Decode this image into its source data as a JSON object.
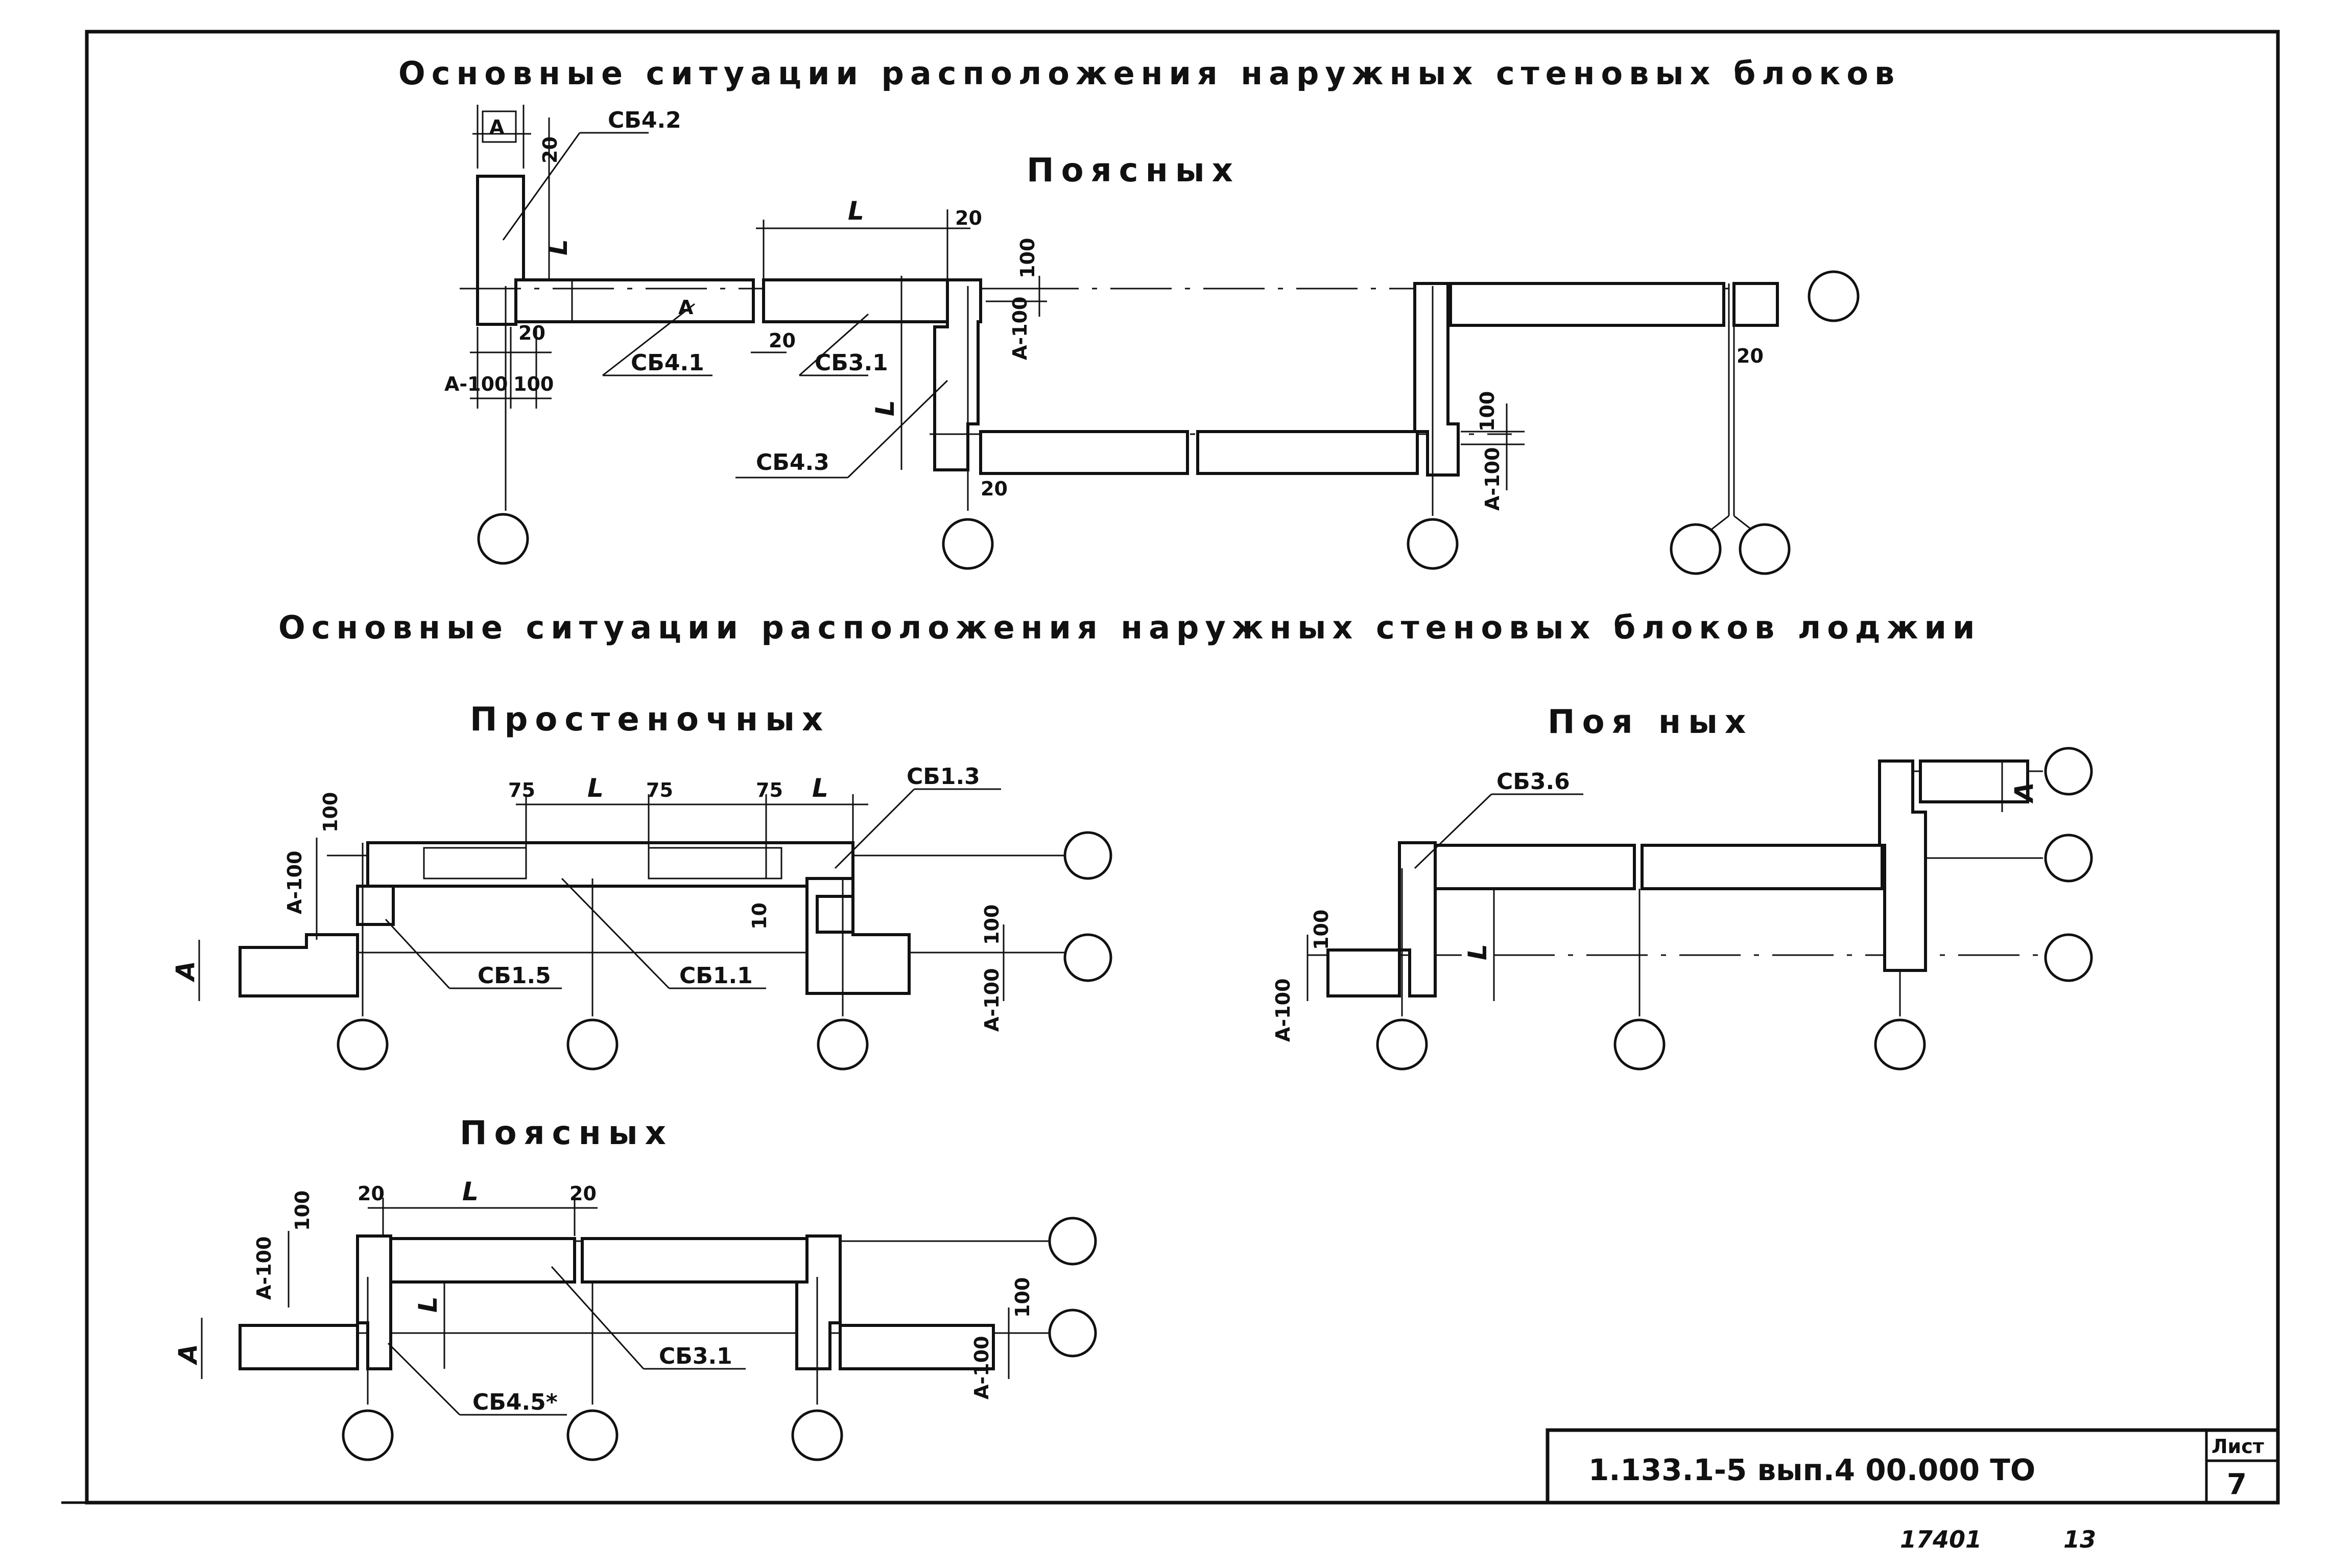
{
  "titles": {
    "main": "Основные ситуации расположения наружных стеновых блоков",
    "loggia": "Основные ситуации расположения наружных стеновых блоков лоджии"
  },
  "subtitles": {
    "belt_top": "Поясных",
    "pier": "Простеночных",
    "loggia_belt": "Поя ных",
    "belt_bottom": "Поясных"
  },
  "block_marks": {
    "sb42": "СБ4.2",
    "sb41": "СБ4.1",
    "sb31": "СБ3.1",
    "sb43": "СБ4.3",
    "sb13": "СБ1.3",
    "sb15": "СБ1.5",
    "sb11": "СБ1.1",
    "sb36": "СБ3.6",
    "sb31b": "СБ3.1",
    "sb45": "СБ4.5*"
  },
  "dimensions": {
    "A": "А",
    "L": "L",
    "d20": "20",
    "d100": "100",
    "d75": "75",
    "d10": "10",
    "a100": "А-100"
  },
  "stamp": {
    "designation": "1.133.1-5 вып.4 00.000 ТО",
    "sheet_label": "Лист",
    "sheet_number": "7"
  },
  "handwritten": {
    "inventory": "17401",
    "number": "13"
  }
}
